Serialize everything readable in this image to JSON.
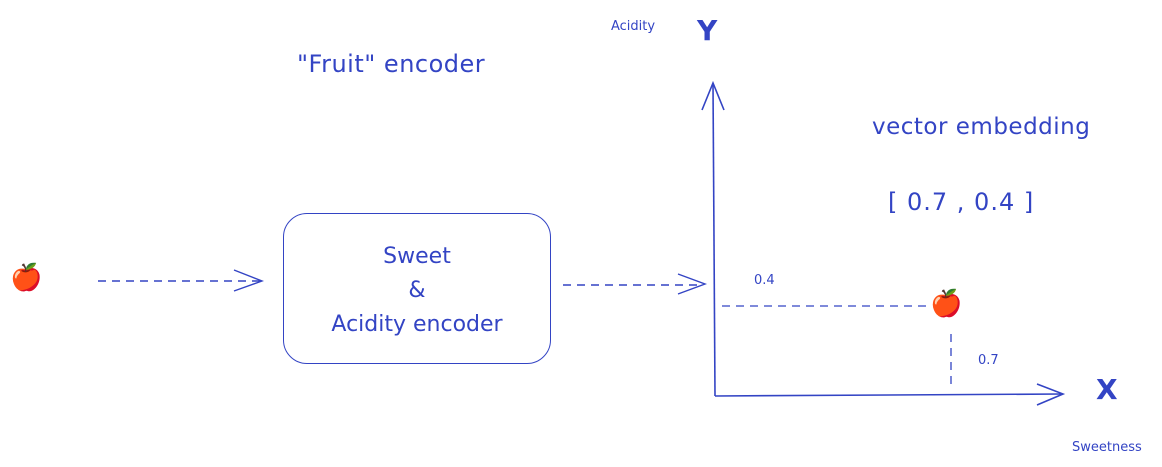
{
  "diagram": {
    "title": "\"Fruit\" encoder",
    "encoder_box": {
      "line1": "Sweet",
      "line2": "&",
      "line3": "Acidity encoder"
    },
    "input_icon": "apple-icon",
    "input_symbol": "🍎",
    "embedding": {
      "title": "vector embedding",
      "vector": "[ 0.7 , 0.4 ]"
    },
    "axes": {
      "y_name": "Acidity",
      "y_letter": "Y",
      "x_letter": "X",
      "x_name": "Sweetness"
    },
    "point": {
      "x_value_label": "0.7",
      "y_value_label": "0.4",
      "icon": "apple-icon",
      "symbol": "🍎"
    },
    "colors": {
      "ink": "#3344c4"
    }
  }
}
